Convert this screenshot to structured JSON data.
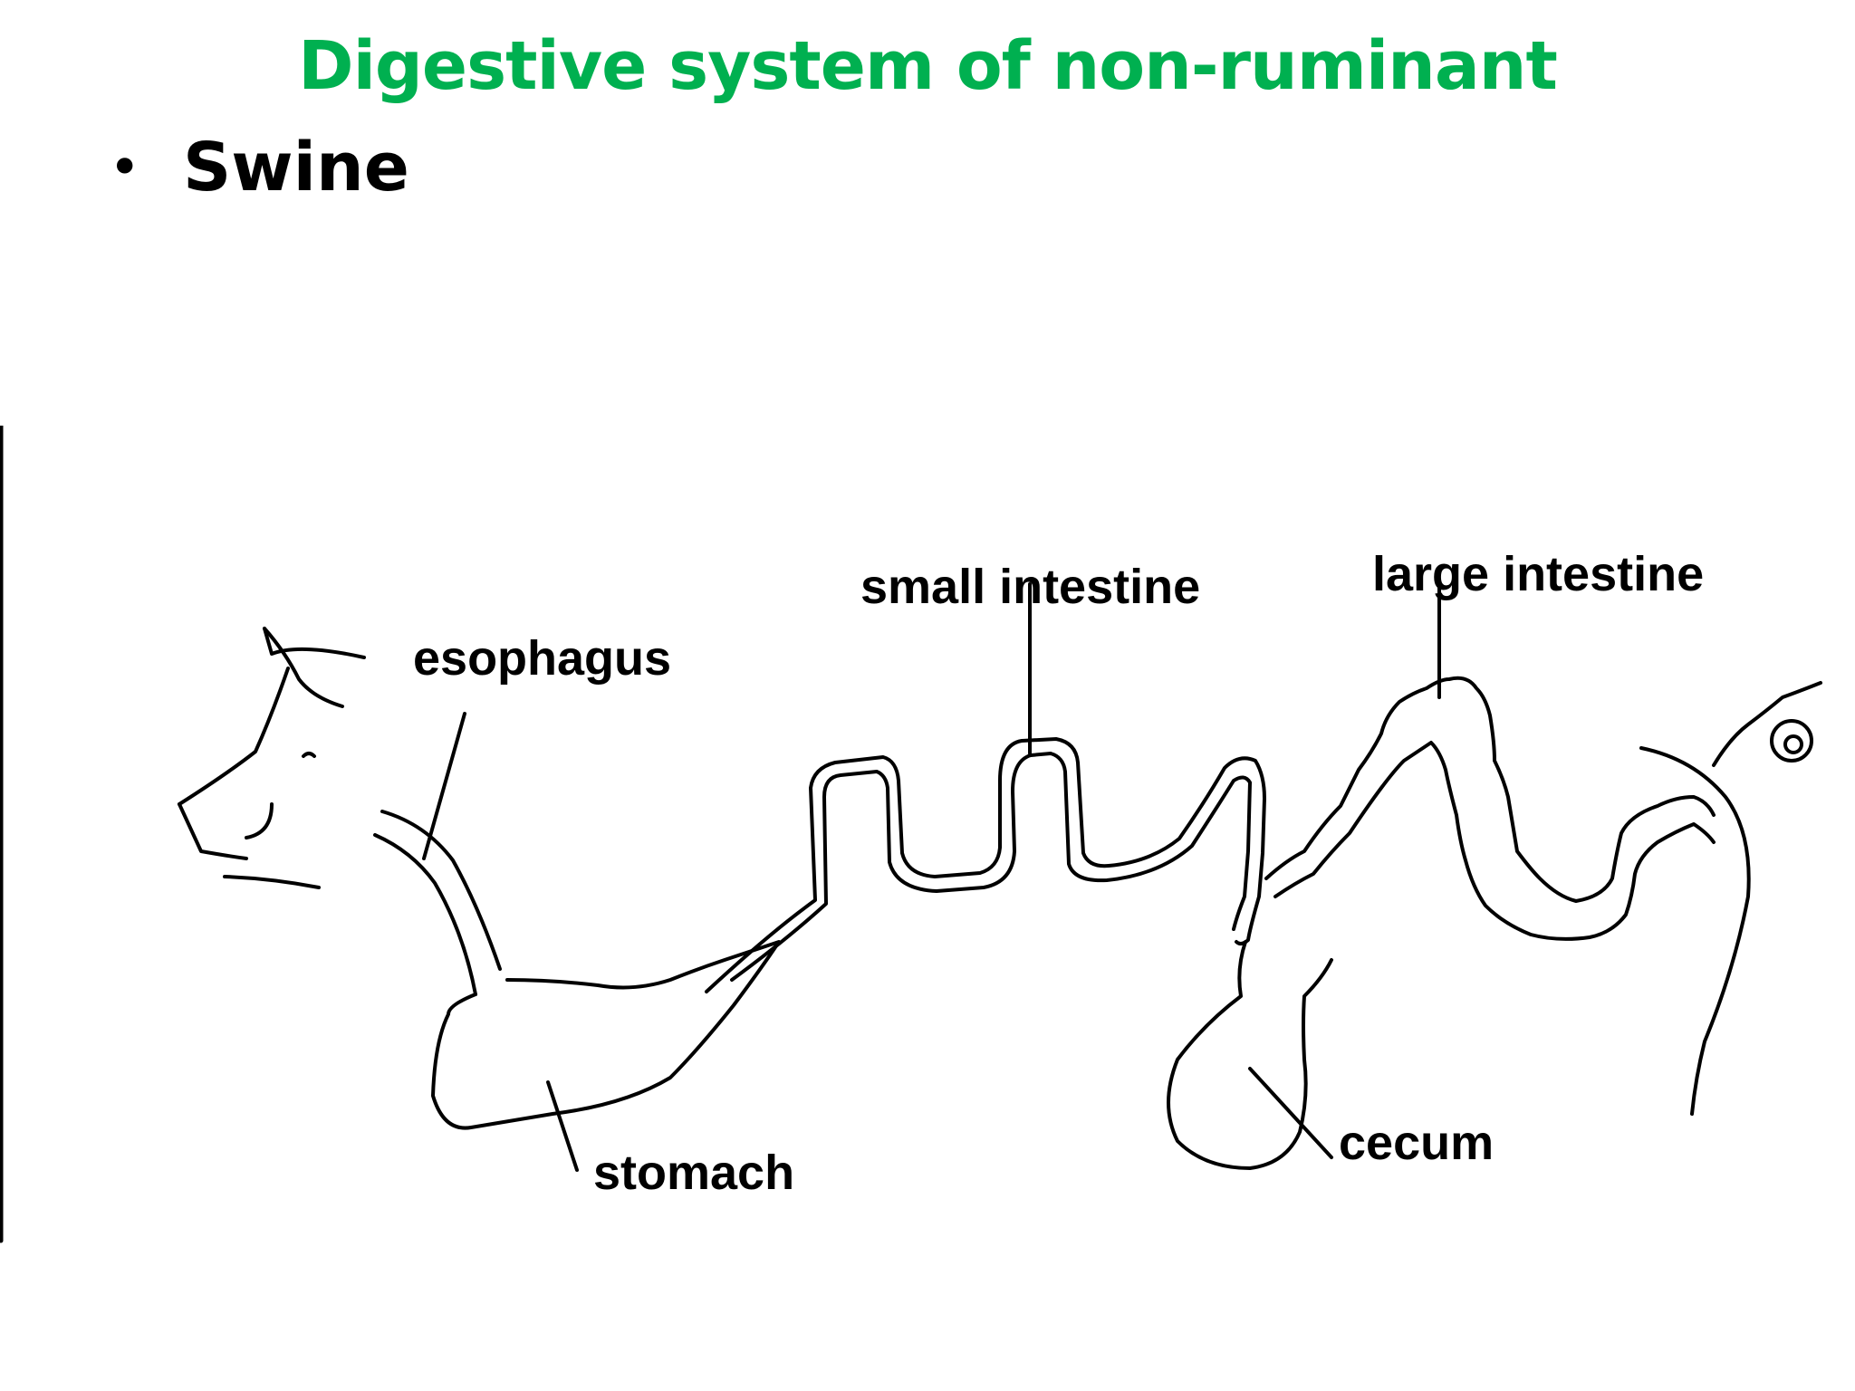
{
  "slide": {
    "title": "Digestive system of non-ruminant",
    "bullet_symbol": "•",
    "bullet": "Swine"
  },
  "diagram": {
    "labels": {
      "esophagus": "esophagus",
      "small_intestine": "small intestine",
      "large_intestine": "large intestine",
      "stomach": "stomach",
      "cecum": "cecum"
    }
  },
  "colors": {
    "title": "#00b050",
    "text": "#000000",
    "background": "#ffffff"
  }
}
